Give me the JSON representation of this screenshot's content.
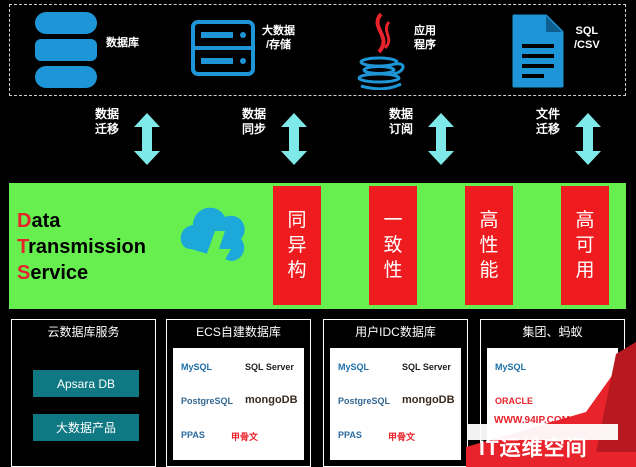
{
  "sources": [
    {
      "id": "database",
      "label_lines": [
        "数据库"
      ],
      "icon": "database-icon"
    },
    {
      "id": "bigdata",
      "label_lines": [
        "大数据",
        "/存储"
      ],
      "icon": "server-icon"
    },
    {
      "id": "app",
      "label_lines": [
        "应用",
        "程序"
      ],
      "icon": "java-icon"
    },
    {
      "id": "file",
      "label_lines": [
        "SQL",
        "/CSV"
      ],
      "icon": "document-icon"
    }
  ],
  "flows": [
    {
      "label_lines": [
        "数据",
        "迁移"
      ]
    },
    {
      "label_lines": [
        "数据",
        "同步"
      ]
    },
    {
      "label_lines": [
        "数据",
        "订阅"
      ]
    },
    {
      "label_lines": [
        "文件",
        "迁移"
      ]
    }
  ],
  "dts": {
    "lines": [
      {
        "cap": "D",
        "rest": "ata"
      },
      {
        "cap": "T",
        "rest": "ransmission"
      },
      {
        "cap": "S",
        "rest": "ervice"
      }
    ]
  },
  "features": [
    "同异构",
    "一致性",
    "高性能",
    "高可用"
  ],
  "targets": [
    {
      "title": "云数据库服务",
      "buttons": [
        "Apsara DB",
        "大数据产品"
      ]
    },
    {
      "title": "ECS自建数据库",
      "logos": [
        "MySQL",
        "SQL Server",
        "PostgreSQL",
        "mongoDB",
        "PPAS",
        "甲骨文"
      ]
    },
    {
      "title": "用户IDC数据库",
      "logos": [
        "MySQL",
        "SQL Server",
        "PostgreSQL",
        "mongoDB",
        "PPAS",
        "甲骨文"
      ]
    },
    {
      "title": "集团、蚂蚁",
      "logos": [
        "MySQL",
        "ORACLE"
      ]
    }
  ],
  "watermark": {
    "url": "WWW.94IP.COM",
    "title": "IT运维空间"
  },
  "colors": {
    "green": "#66ef4f",
    "red": "#ee1c1e",
    "teal": "#0f7882",
    "arrow": "#7fe8e8",
    "icon": "#1e95d6"
  }
}
